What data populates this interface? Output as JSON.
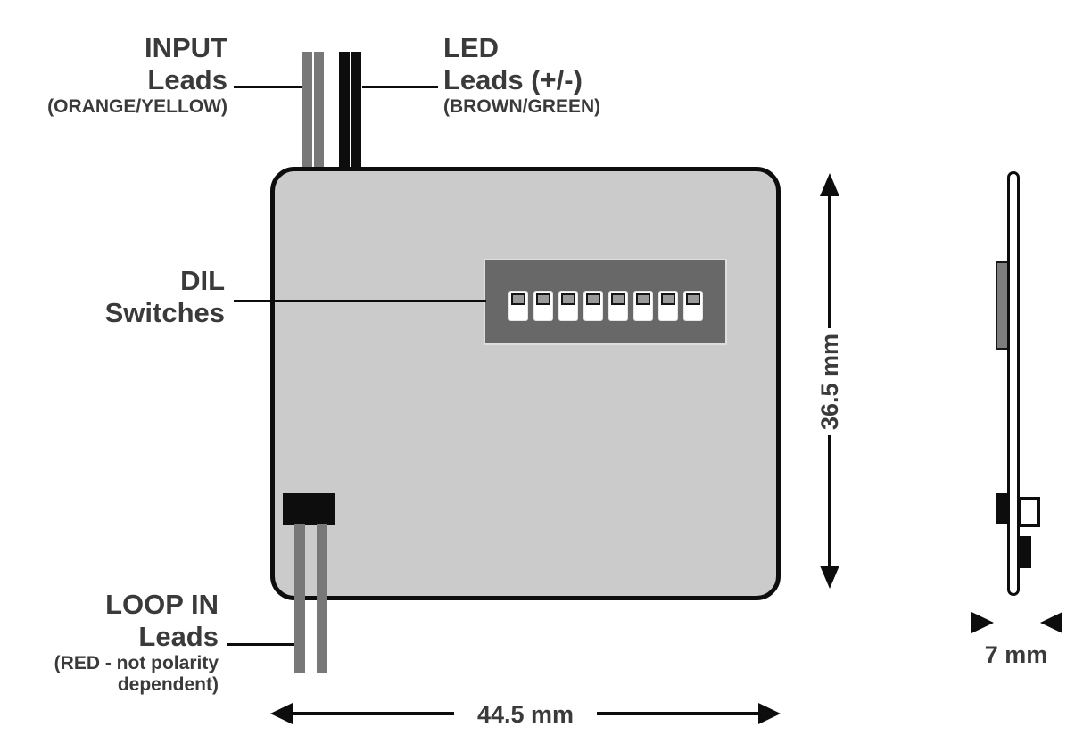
{
  "labels": {
    "input": {
      "title": "INPUT",
      "subtitle": "Leads",
      "note": "(ORANGE/YELLOW)"
    },
    "led": {
      "title": "LED",
      "subtitle": "Leads (+/-)",
      "note": "(BROWN/GREEN)"
    },
    "dil": {
      "title": "DIL",
      "subtitle": "Switches"
    },
    "loop": {
      "title": "LOOP IN",
      "subtitle": "Leads",
      "note_line1": "(RED - not polarity",
      "note_line2": "dependent)"
    }
  },
  "dimensions": {
    "height_label": "36.5 mm",
    "width_label": "44.5 mm",
    "depth_label": "7 mm"
  },
  "dil_switches": {
    "count": 8
  },
  "colors": {
    "body_fill": "#cbcbcb",
    "outline": "#0d0d0d",
    "panel_fill": "#686868",
    "knob_fill": "#9a9a9a",
    "wire_gray": "#787878",
    "text": "#3a3a3a"
  }
}
